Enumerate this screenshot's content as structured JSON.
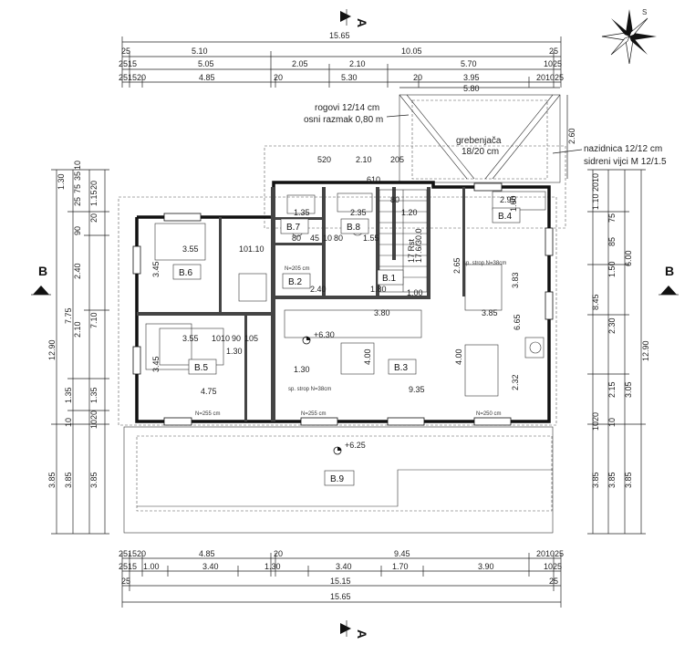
{
  "section_markers": {
    "a_top": "A",
    "a_bottom": "A",
    "b_left": "B",
    "b_right": "B"
  },
  "compass": {
    "label": "S"
  },
  "top_dims": {
    "row1": [
      "15.65"
    ],
    "row2": [
      "25",
      "5.10",
      "10.05",
      "25"
    ],
    "row3": [
      "2515",
      "5.05",
      "2.05",
      "2.10",
      "5.70",
      "1025"
    ],
    "row4": [
      "251520",
      "4.85",
      "20",
      "5.30",
      "20",
      "3.95",
      "201025"
    ]
  },
  "bottom_dims": {
    "row1": [
      "251520",
      "4.85",
      "20",
      "9.45",
      "201025"
    ],
    "row2": [
      "2515",
      "1.00",
      "3.40",
      "1.30",
      "3.40",
      "1.70",
      "3.90",
      "1025"
    ],
    "row3": [
      "25",
      "15.15",
      "25"
    ],
    "row4": [
      "15.65"
    ]
  },
  "left_dims": {
    "outer": [
      "12.90",
      "3.85"
    ],
    "middle": [
      "7.75",
      "1.35",
      "10",
      "3.85"
    ],
    "inner": [
      "1.30",
      "90",
      "25",
      "75",
      "35",
      "10",
      "2.40",
      "2.10",
      "7.10",
      "1.35",
      "1020",
      "3.85",
      "20",
      "1.15",
      "20"
    ]
  },
  "right_dims": {
    "outer": [
      "12.90",
      "3.85"
    ],
    "middle": [
      "8.45",
      "2.15",
      "1020",
      "3.85"
    ],
    "inner": [
      "2010",
      "1.10",
      "75",
      "85",
      "1.50",
      "6.00",
      "2.30",
      "3.05",
      "10",
      "3.85"
    ]
  },
  "roof": {
    "width": "5.80",
    "height": "2.60",
    "rafters_note": "rogovi 12/14 cm",
    "spacing_note": "osni razmak 0,80 m",
    "ridge_note": "grebenjača",
    "ridge_size": "18/20 cm",
    "plate_note": "nazidnica 12/12 cm",
    "anchor_note": "sidreni vijci M 12/1.5"
  },
  "rooms": [
    {
      "id": "B.1"
    },
    {
      "id": "B.2"
    },
    {
      "id": "B.3"
    },
    {
      "id": "B.4"
    },
    {
      "id": "B.5"
    },
    {
      "id": "B.6"
    },
    {
      "id": "B.7"
    },
    {
      "id": "B.8"
    },
    {
      "id": "B.9"
    }
  ],
  "levels": {
    "upper": "+6.30",
    "terrace": "+6.25"
  },
  "inner_dims": {
    "b6_w": "3.55",
    "b6_h": "3.45",
    "b6_a": "1.10",
    "b6_b": "10",
    "b5_w": "3.55",
    "b5_h": "3.45",
    "b5_bot": "4.75",
    "b5_mid": "1010",
    "b5_c": "90",
    "b5_d": "105",
    "b5_e": "1.30",
    "b2_w": "2.40",
    "b2_1": "1.80",
    "b2_2": "1.00",
    "b3_a": "3.80",
    "b3_b": "3.85",
    "b3_c": "4.00",
    "b3_d": "4.00",
    "b3_e": "9.35",
    "b3_f": "6.65",
    "b3_g": "1.30",
    "b3_h": "2.32",
    "b4_w": "2.95",
    "b4_h": "3.83",
    "b4_a": "1.60",
    "b4_b": "2.65",
    "b7_a": "1.35",
    "b7_b": "80",
    "b8_a": "2.35",
    "b8_b": "1.55",
    "b8_c": "45",
    "b8_d": "10",
    "b8_e": "80",
    "stair_a": "1.20",
    "stair_b": "17 Rst",
    "stair_c": "17.6/30.0",
    "top_a": "520",
    "top_b": "2.10",
    "top_c": "205",
    "top_d": "610",
    "top_e": "80"
  },
  "tags": {
    "strop1": "sp. strop N=38cm",
    "strop2": "sp. strop N=38cm",
    "w1": "N=255 cm",
    "w2": "N=255 cm",
    "win": "N=250 cm",
    "door": "N=205 cm"
  }
}
